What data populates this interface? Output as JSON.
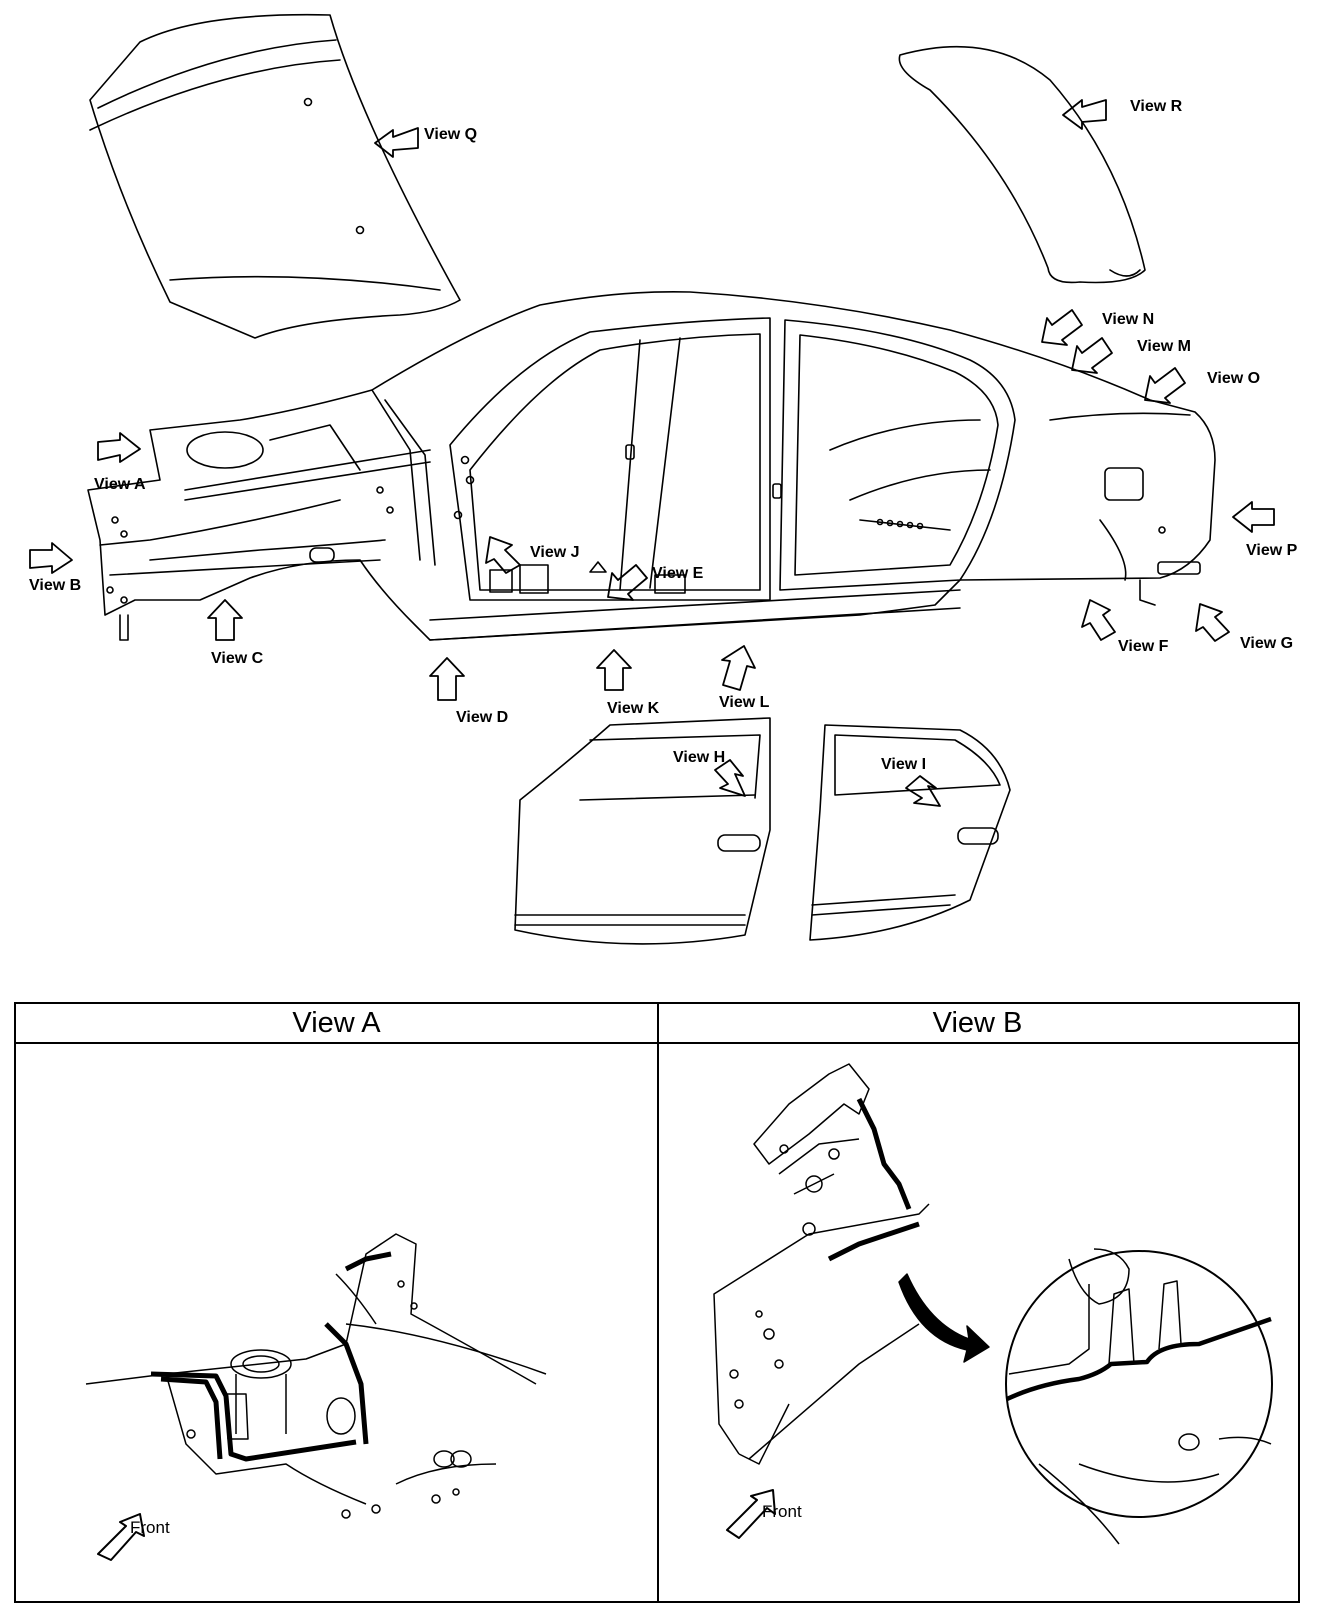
{
  "view_labels": {
    "a": "View A",
    "b": "View B",
    "c": "View C",
    "d": "View D",
    "e": "View E",
    "f": "View F",
    "g": "View G",
    "h": "View H",
    "i": "View I",
    "j": "View J",
    "k": "View K",
    "l": "View L",
    "m": "View M",
    "n": "View N",
    "o": "View O",
    "p": "View P",
    "q": "View Q",
    "r": "View R"
  },
  "panels": {
    "left_title": "View A",
    "right_title": "View B",
    "front_label_left": "Front",
    "front_label_right": "Front"
  },
  "colors": {
    "line": "#000000",
    "background": "#ffffff"
  }
}
